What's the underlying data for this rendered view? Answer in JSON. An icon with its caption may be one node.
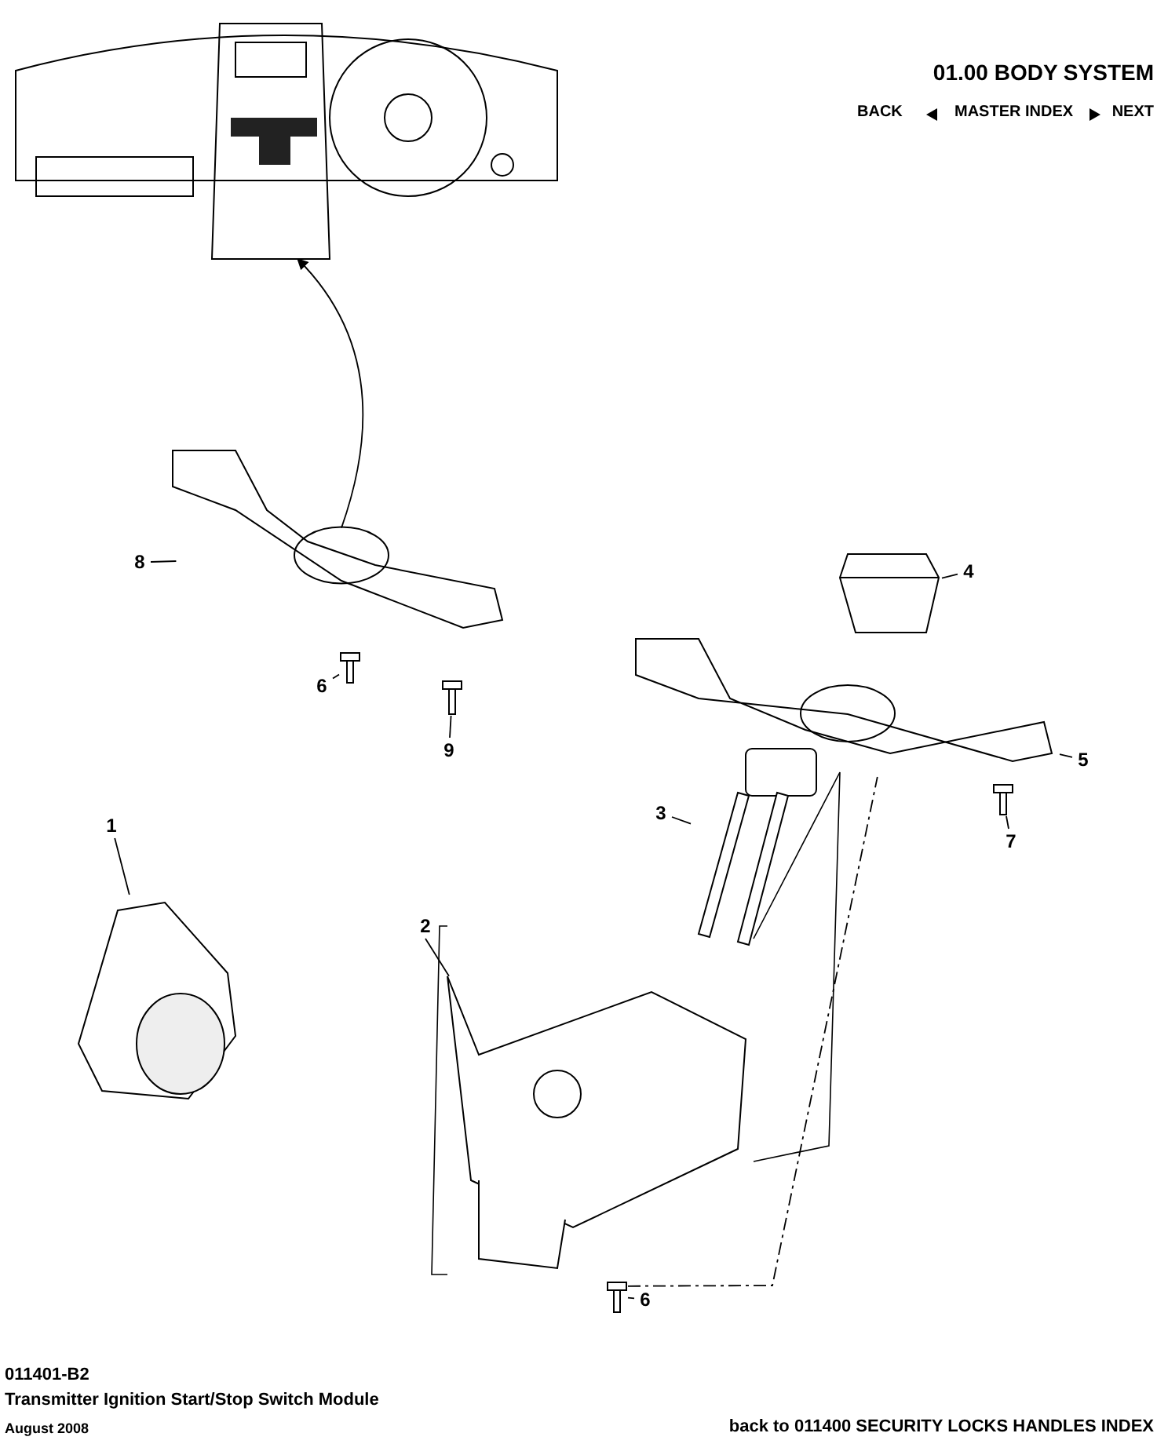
{
  "diagram": {
    "nodes": [
      {
        "text": [],
        "shape": "picture"
      },
      {
        "text": [],
        "shape": "picture"
      },
      {
        "text": [
          "8"
        ]
      },
      {
        "text": [],
        "shape": "picture"
      },
      {
        "text": [
          "6"
        ]
      },
      {
        "text": [],
        "shape": "picture"
      },
      {
        "text": [
          "9"
        ]
      },
      {
        "text": [],
        "shape": "picture"
      },
      {
        "text": [
          "4"
        ]
      },
      {
        "text": [],
        "shape": "picture"
      },
      {
        "text": [
          "5"
        ]
      },
      {
        "text": [],
        "shape": "picture"
      },
      {
        "text": [
          "7"
        ]
      },
      {
        "text": [],
        "shape": "picture"
      },
      {
        "text": [
          "3"
        ]
      },
      {
        "text": [],
        "shape": "picture"
      },
      {
        "text": [
          "2"
        ]
      },
      {
        "text": [],
        "shape": "picture"
      },
      {
        "text": [
          "1"
        ]
      },
      {
        "text": [],
        "shape": "picture"
      },
      {
        "text": [
          "6"
        ]
      }
    ],
    "edges": [
      {
        "from": 1,
        "to": 0,
        "arrow": "to"
      },
      {
        "from": 2,
        "to": 1,
        "arrow": "none"
      },
      {
        "from": 4,
        "to": 3,
        "arrow": "none"
      },
      {
        "from": 6,
        "to": 5,
        "arrow": "none"
      },
      {
        "from": 8,
        "to": 7,
        "arrow": "none"
      },
      {
        "from": 10,
        "to": 9,
        "arrow": "none"
      },
      {
        "from": 12,
        "to": 11,
        "arrow": "none"
      },
      {
        "from": 14,
        "to": 13,
        "arrow": "none"
      },
      {
        "from": 16,
        "to": 15,
        "arrow": "none"
      },
      {
        "from": 18,
        "to": 17,
        "arrow": "none"
      },
      {
        "from": 20,
        "to": 19,
        "arrow": "none"
      },
      {
        "from": 19,
        "to": 9,
        "arrow": "none",
        "style": "dashed"
      }
    ],
    "labels": [
      "01.00 BODY SYSTEM",
      "BACK",
      "MASTER INDEX",
      "NEXT",
      "011401-B2",
      "Transmitter Ignition Start/Stop Switch Module",
      "August 2008",
      "back to 011400 SECURITY LOCKS HANDLES INDEX"
    ]
  }
}
